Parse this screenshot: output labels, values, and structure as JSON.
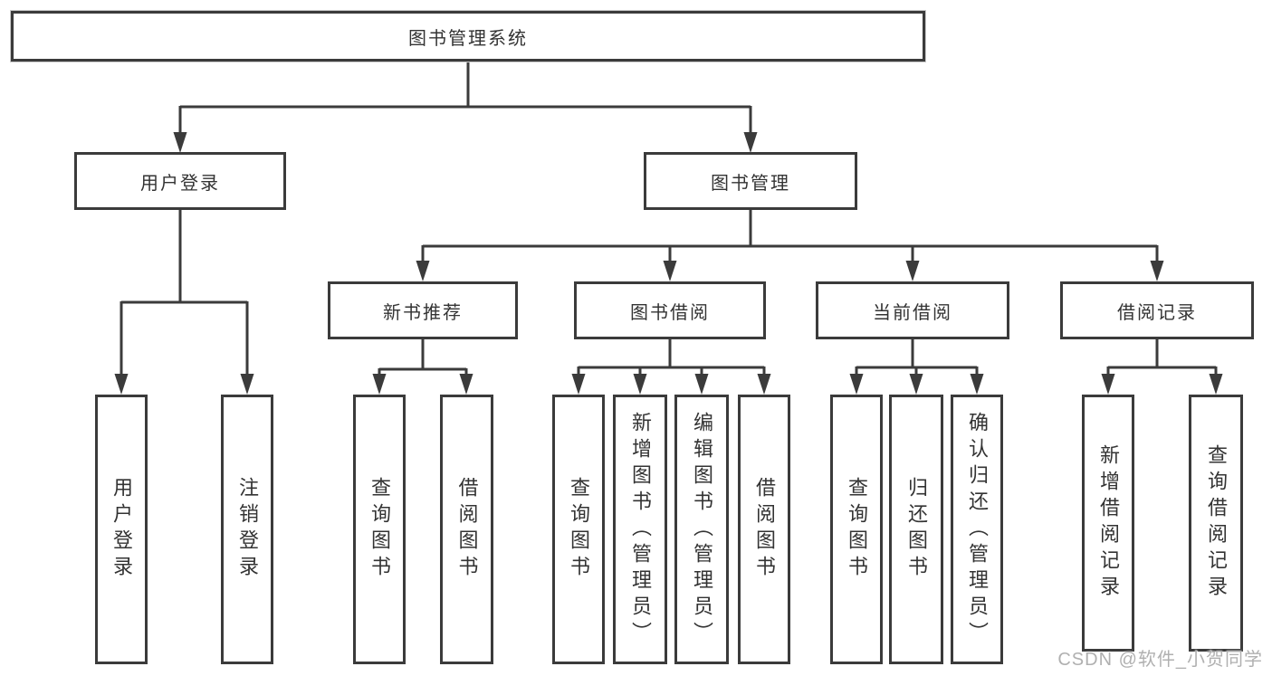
{
  "tree": {
    "root": {
      "label": "图书管理系统"
    },
    "branches": [
      {
        "label": "用户登录",
        "children": [
          {
            "label": "用户登录"
          },
          {
            "label": "注销登录"
          }
        ]
      },
      {
        "label": "图书管理",
        "children": [
          {
            "label": "新书推荐",
            "children": [
              {
                "label": "查询图书"
              },
              {
                "label": "借阅图书"
              }
            ]
          },
          {
            "label": "图书借阅",
            "children": [
              {
                "label": "查询图书"
              },
              {
                "label": "新增图书（管理员）"
              },
              {
                "label": "编辑图书（管理员）"
              },
              {
                "label": "借阅图书"
              }
            ]
          },
          {
            "label": "当前借阅",
            "children": [
              {
                "label": "查询图书"
              },
              {
                "label": "归还图书"
              },
              {
                "label": "确认归还（管理员）"
              }
            ]
          },
          {
            "label": "借阅记录",
            "children": [
              {
                "label": "新增借阅记录"
              },
              {
                "label": "查询借阅记录"
              }
            ]
          }
        ]
      }
    ]
  },
  "watermark": {
    "text": "CSDN @软件_小贺同学"
  },
  "colors": {
    "line": "#3b3b3b",
    "text": "#333333",
    "background": "#ffffff",
    "watermark": "#b0b0b0"
  }
}
